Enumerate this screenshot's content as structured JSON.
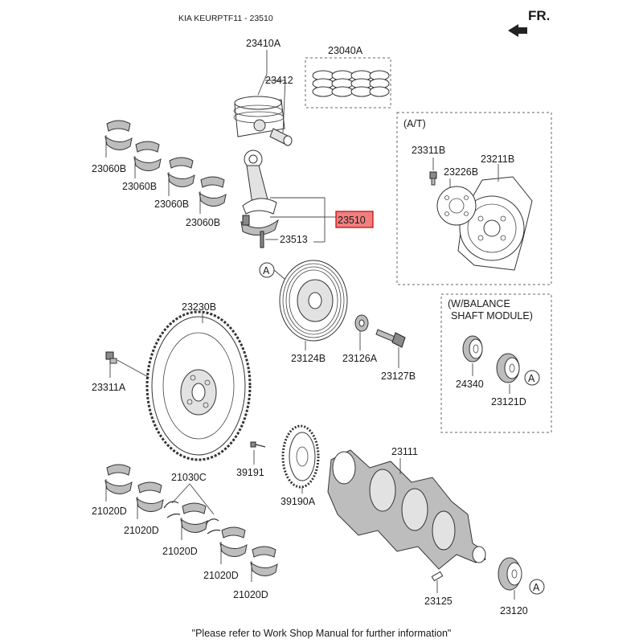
{
  "header": {
    "title": "KIA KEURPTF11 - 23510"
  },
  "direction": {
    "label": "FR."
  },
  "footer": {
    "note": "\"Please refer to Work Shop Manual for further information\""
  },
  "highlight": {
    "part": "23510",
    "color": "#f08080"
  },
  "groups": {
    "at": "(A/T)",
    "balance_1": "(W/BALANCE",
    "balance_2": "SHAFT MODULE)"
  },
  "callout": {
    "letter": "A"
  },
  "parts": {
    "p23410A": "23410A",
    "p23040A": "23040A",
    "p23412": "23412",
    "p23060B_1": "23060B",
    "p23060B_2": "23060B",
    "p23060B_3": "23060B",
    "p23060B_4": "23060B",
    "p23510": "23510",
    "p23513": "23513",
    "p23311B": "23311B",
    "p23226B": "23226B",
    "p23211B": "23211B",
    "p23230B": "23230B",
    "p23124B": "23124B",
    "p23126A": "23126A",
    "p23127B": "23127B",
    "p23311A": "23311A",
    "p24340": "24340",
    "p23121D": "23121D",
    "p39191": "39191",
    "p39190A": "39190A",
    "p23111": "23111",
    "p21030C": "21030C",
    "p21020D_1": "21020D",
    "p21020D_2": "21020D",
    "p21020D_3": "21020D",
    "p21020D_4": "21020D",
    "p21020D_5": "21020D",
    "p23125": "23125",
    "p23120": "23120"
  }
}
